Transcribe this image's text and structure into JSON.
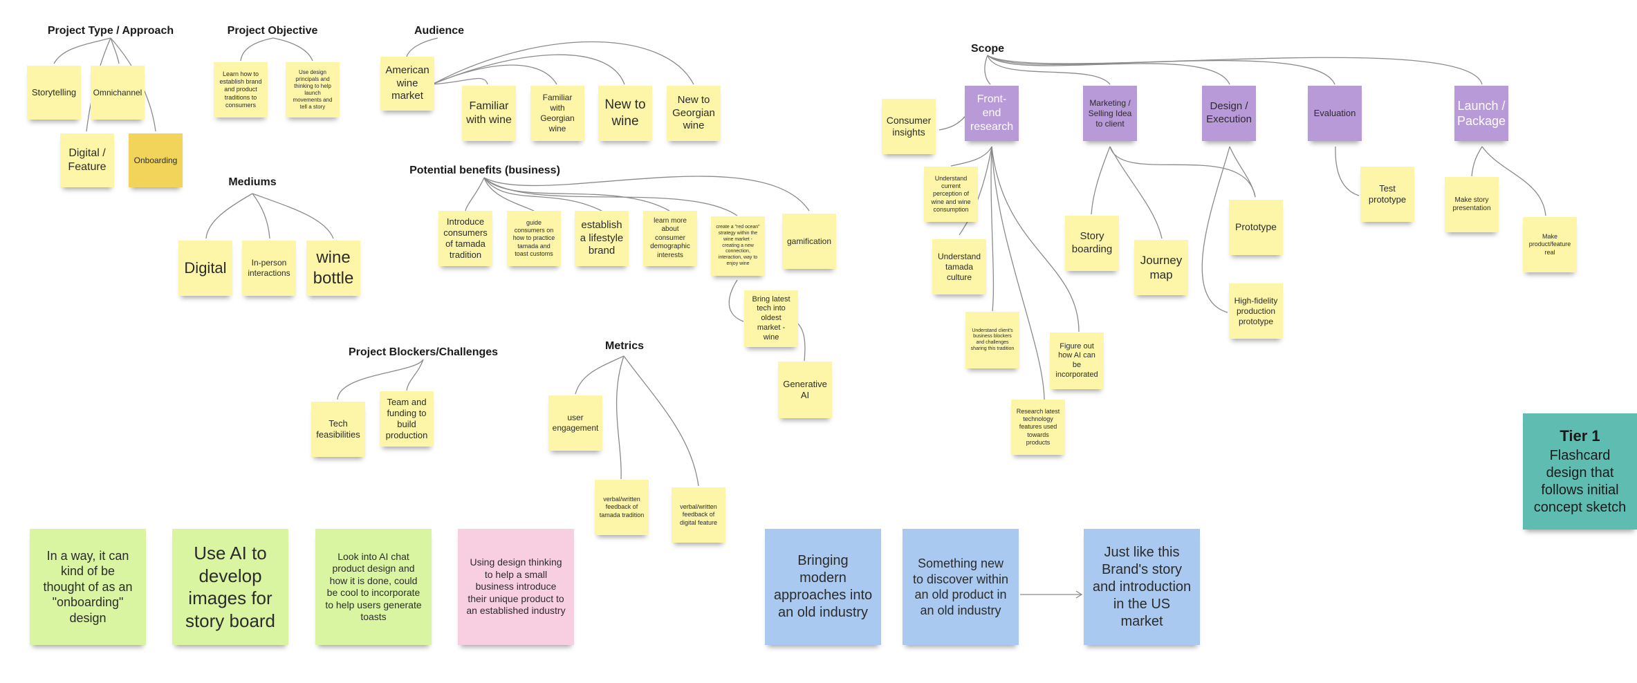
{
  "headings": {
    "project_type": "Project Type / Approach",
    "project_objective": "Project Objective",
    "audience": "Audience",
    "scope": "Scope",
    "mediums": "Mediums",
    "potential_benefits": "Potential benefits (business)",
    "project_blockers": "Project Blockers/Challenges",
    "metrics": "Metrics"
  },
  "project_type": {
    "storytelling": "Storytelling",
    "omnichannel": "Omnichannel",
    "digital_feature": "Digital / Feature",
    "onboarding": "Onboarding"
  },
  "project_objective": {
    "obj1": "Learn how to establish brand and product traditions to consumers",
    "obj2": "Use design principals and thinking to help launch movements and tell a story"
  },
  "audience": {
    "american": "American wine market",
    "familiar_wine": "Familiar with wine",
    "familiar_georgian": "Familiar with Georgian wine",
    "new_wine": "New to wine",
    "new_georgian": "New to Georgian wine"
  },
  "mediums": {
    "digital": "Digital",
    "inperson": "In-person interactions",
    "bottle": "wine bottle"
  },
  "benefits": {
    "b1": "Introduce consumers of tamada tradition",
    "b2": "guide consumers on how to practice tamada and toast customs",
    "b3": "establish a lifestyle brand",
    "b4": "learn more about consumer demographic interests",
    "b5": "create a \"red ocean\" strategy within the wine market - creating a new connection, interaction, way to enjoy wine",
    "b6": "gamification",
    "b7": "Bring latest tech into oldest market - wine",
    "b8": "Generative AI"
  },
  "blockers": {
    "tech": "Tech feasibilities",
    "team": "Team and funding to build production"
  },
  "metrics": {
    "engagement": "user engagement",
    "feedback_tamada": "verbal/written feedback of tamada tradition",
    "feedback_digital": "verbal/written feedback of digital feature"
  },
  "scope": {
    "frontend": "Front-end research",
    "marketing": "Marketing / Selling Idea to client",
    "design": "Design / Execution",
    "evaluation": "Evaluation",
    "launch": "Launch / Package",
    "consumer_insights": "Consumer insights",
    "understand_perception": "Understand current perception of wine and wine consumption",
    "understand_tamada": "Understand tamada culture",
    "understand_client": "Understand client's business blockers and challenges sharing this tradition",
    "research_tech": "Research latest technology features used towards products",
    "figure_ai": "Figure out how AI can be incorporated",
    "storyboarding": "Story boarding",
    "journey_map": "Journey map",
    "prototype": "Prototype",
    "hifi": "High-fidelity production prototype",
    "test_prototype": "Test prototype",
    "story_presentation": "Make story presentation",
    "make_real": "Make product/feature real"
  },
  "bottom_notes": {
    "g1": "In a way, it can kind of be thought of as an \"onboarding\" design",
    "g2": "Use AI to develop images for story board",
    "g3": "Look into AI chat product design and how it is done, could be cool to incorporate to help users generate toasts",
    "pk1": "Using design thinking to help a small business introduce their unique product to an established industry",
    "b1": "Bringing modern approaches into an old industry",
    "b2": "Something new to discover within an old product in an old industry",
    "b3": "Just like this Brand's story and introduction in the US market"
  },
  "tier": {
    "title": "Tier 1",
    "text": "Flashcard design that follows initial concept sketch"
  },
  "colors": {
    "sticky_yellow": "#fdf6a9",
    "sticky_gold": "#f2d45a",
    "sticky_purple": "#b99ad8",
    "sticky_green": "#d9f5a2",
    "sticky_pink": "#f8cfe0",
    "sticky_blue": "#a9c9f0",
    "sticky_teal": "#5fbcb1"
  }
}
